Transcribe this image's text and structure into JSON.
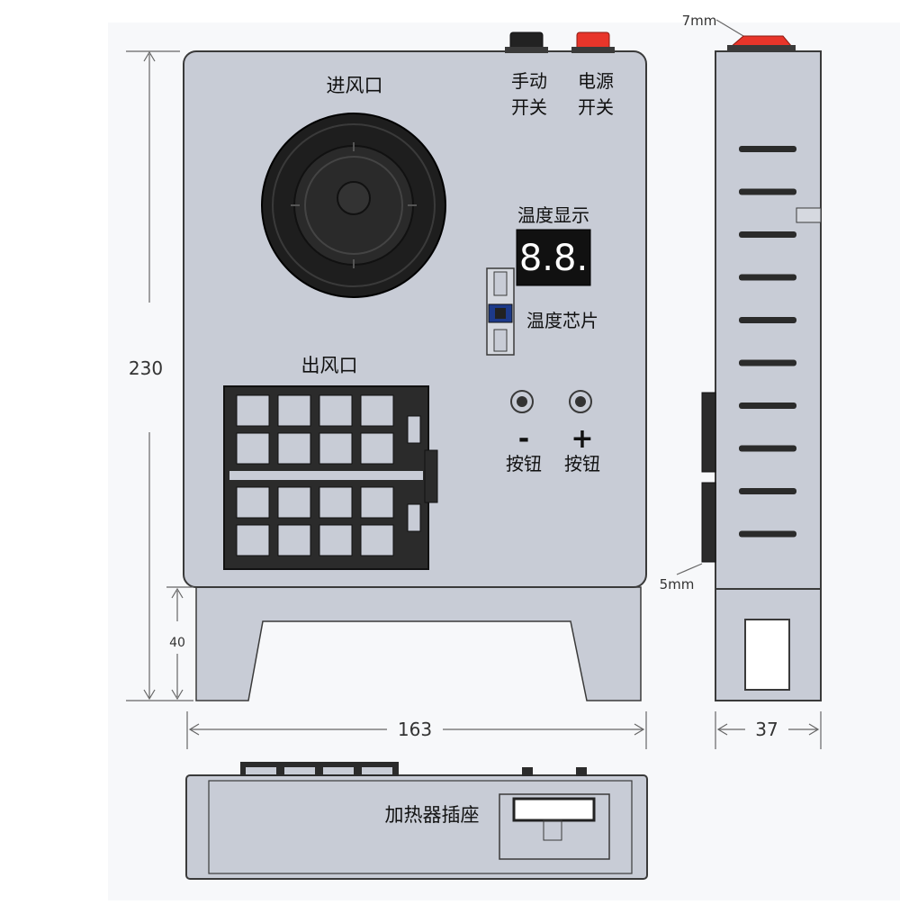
{
  "labels": {
    "air_inlet": "进风口",
    "manual_switch_l1": "手动",
    "manual_switch_l2": "开关",
    "power_switch_l1": "电源",
    "power_switch_l2": "开关",
    "temp_display": "温度显示",
    "display_digits": "8.8.",
    "temp_chip": "温度芯片",
    "air_outlet": "出风口",
    "minus_sign": "-",
    "plus_sign": "+",
    "minus_button": "按钮",
    "plus_button": "按钮",
    "heater_socket": "加热器插座"
  },
  "dimensions": {
    "height_total": "230",
    "height_feet": "40",
    "width_front": "163",
    "depth_side": "37",
    "switch_height": "7mm",
    "side_protrusion": "5mm"
  },
  "colors": {
    "panel": "#c8ccd6",
    "panel_stroke": "#3a3a3a",
    "fan_dark": "#1e1e1e",
    "grille_dark": "#2b2b2b",
    "display_bg": "#111111",
    "display_digit": "#ffffff",
    "power_button": "#e8352a",
    "manual_button": "#222222",
    "dimension_line": "#666666"
  }
}
